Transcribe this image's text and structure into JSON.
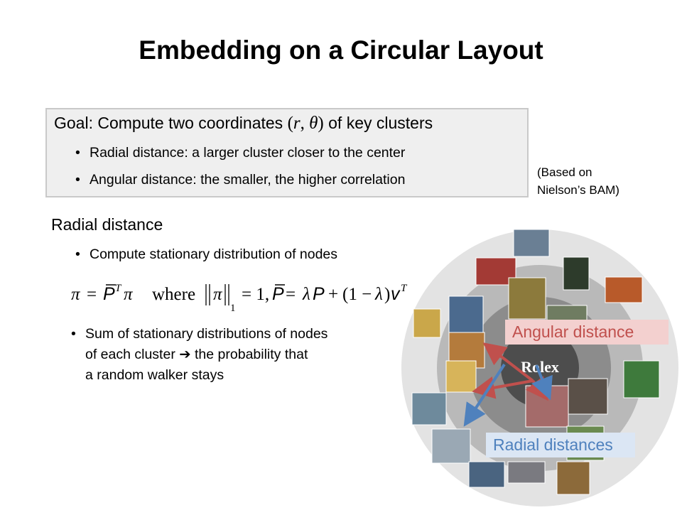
{
  "slide": {
    "title": "Embedding on a Circular Layout"
  },
  "goal": {
    "prefix": "Goal: Compute two coordinates ",
    "coords": "(r, θ)",
    "suffix": " of key clusters",
    "bullets": [
      "Radial distance: a larger cluster closer to the center",
      "Angular distance: the smaller, the higher correlation"
    ]
  },
  "note": {
    "line1": "(Based on",
    "line2": "Nielson’s BAM)"
  },
  "radial_section": {
    "heading": "Radial distance",
    "bullet": "Compute stationary distribution of nodes",
    "formula": {
      "lhs": "π = P̄ᵀπ",
      "where": "where",
      "norm": "‖π‖₁ = 1,",
      "def": "P̄ = λP + (1 − λ)vᵀ"
    },
    "sum_line1": "Sum of stationary distributions of nodes",
    "sum_line2": "of each cluster",
    "sum_arrow": "➔",
    "sum_line2b": " the probability that",
    "sum_line3": "a random walker stays"
  },
  "diagram": {
    "center_logo": "Rolex",
    "angular_label": "Angular distance",
    "radial_label": "Radial distances",
    "colors": {
      "angular_arrow": "#c0504d",
      "radial_arrow": "#4f81bd",
      "outer_ring": "#e3e3e3",
      "mid_ring": "#b9b9b9",
      "inner_ring": "#8c8c8c",
      "core": "#4d4d4d"
    }
  }
}
